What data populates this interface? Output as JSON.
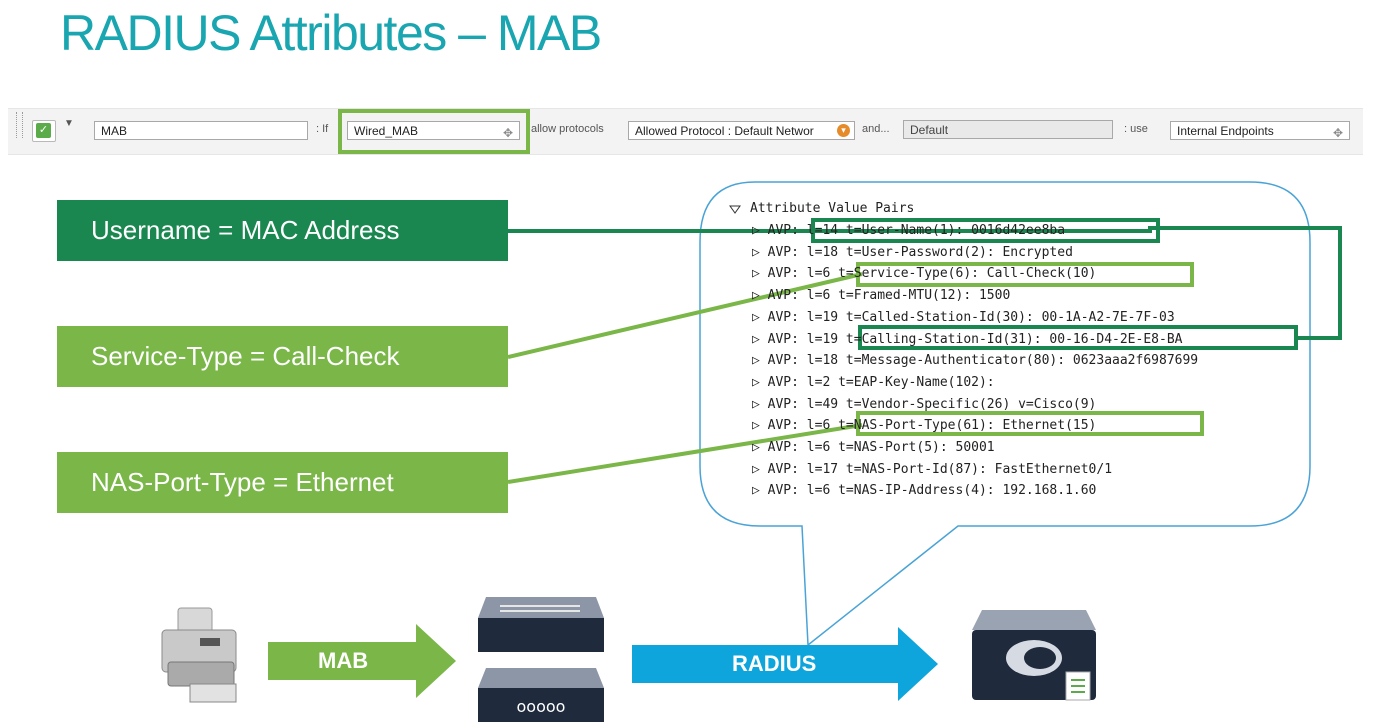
{
  "title": "RADIUS Attributes – MAB",
  "policy_bar": {
    "rule_name": "MAB",
    "if_label": ": If",
    "condition": "Wired_MAB",
    "allow_label": "allow protocols",
    "protocol": "Allowed Protocol : Default Networ",
    "and_label": "and...",
    "default_field": "Default",
    "use_label": ": use",
    "identity_store": "Internal Endpoints"
  },
  "labels": {
    "username": "Username = MAC Address",
    "service_type": "Service-Type = Call-Check",
    "nas_port_type": "NAS-Port-Type = Ethernet"
  },
  "avp": {
    "header": "Attribute Value Pairs",
    "rows": [
      "AVP: l=14  t=User-Name(1): 0016d42ee8ba",
      "AVP: l=18  t=User-Password(2): Encrypted",
      "AVP: l=6  t=Service-Type(6): Call-Check(10)",
      "AVP: l=6  t=Framed-MTU(12): 1500",
      "AVP: l=19  t=Called-Station-Id(30): 00-1A-A2-7E-7F-03",
      "AVP: l=19  t=Calling-Station-Id(31): 00-16-D4-2E-E8-BA",
      "AVP: l=18  t=Message-Authenticator(80): 0623aaa2f6987699",
      "AVP: l=2  t=EAP-Key-Name(102):",
      "AVP: l=49  t=Vendor-Specific(26) v=Cisco(9)",
      "AVP: l=6  t=NAS-Port-Type(61): Ethernet(15)",
      "AVP: l=6  t=NAS-Port(5): 50001",
      "AVP: l=17  t=NAS-Port-Id(87): FastEthernet0/1",
      "AVP: l=6  t=NAS-IP-Address(4): 192.168.1.60"
    ]
  },
  "arrows": {
    "mab": "MAB",
    "radius": "RADIUS"
  },
  "colors": {
    "title": "#1aa6b0",
    "dark_green": "#19874f",
    "light_green": "#7ab648",
    "radius_blue": "#0ea5dd",
    "bubble_border": "#4aa3d6"
  },
  "icons": [
    "printer-icon",
    "switch-icon",
    "server-appliance-icon"
  ]
}
